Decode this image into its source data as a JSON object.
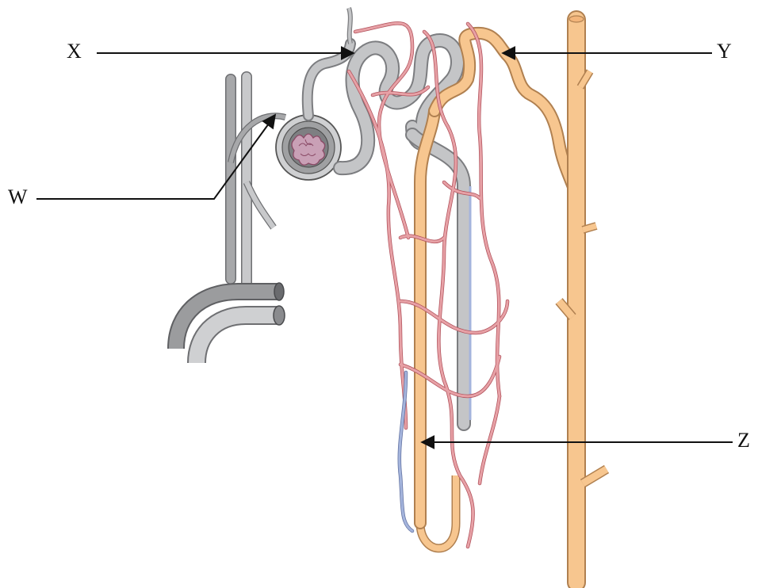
{
  "labels": {
    "x": "X",
    "y": "Y",
    "w": "W",
    "z": "Z"
  },
  "colors": {
    "tubule_gray": "#c4c5c7",
    "tubule_gray_dark": "#8c8d90",
    "collecting_duct": "#f7c68f",
    "collecting_duct_edge": "#b08050",
    "capillary_red": "#e7a1a6",
    "capillary_edge": "#b0505a",
    "capillary_blue": "#a4b4dc",
    "vessel_gray": "#a7a8aa",
    "vessel_dark": "#6e6f72",
    "glomerulus": "#c9a0b6"
  },
  "icons": {
    "x_pointer": "arrow-icon",
    "y_pointer": "arrow-icon",
    "w_pointer": "arrow-icon",
    "z_pointer": "arrow-icon"
  }
}
